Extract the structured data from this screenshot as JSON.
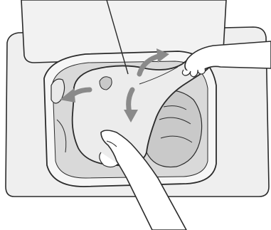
{
  "illustration": {
    "colors": {
      "outline": "#2b2b2b",
      "appliance_body": "#efefef",
      "lid": "#f2f2f2",
      "drum_interior": "#d9d9d9",
      "laundry": "#c9c9c9",
      "cover": "#ececec",
      "arrow": "#8a8a8a",
      "skin": "#ffffff"
    },
    "icons": [
      "callout-line",
      "curved-arrow-top",
      "curved-arrow-left",
      "curved-arrow-down"
    ]
  }
}
